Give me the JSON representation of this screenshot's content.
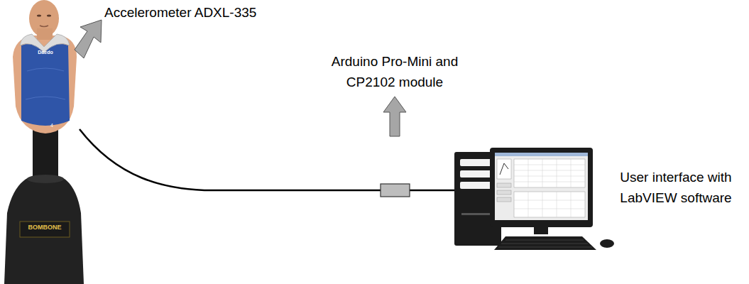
{
  "diagram": {
    "labels": [
      "Accelerometer ADXL-335",
      "Arduino Pro-Mini and CP2102 module",
      "User interface with LabVIEW software",
      "Daedo",
      "BOMBONE",
      "4"
    ]
  }
}
